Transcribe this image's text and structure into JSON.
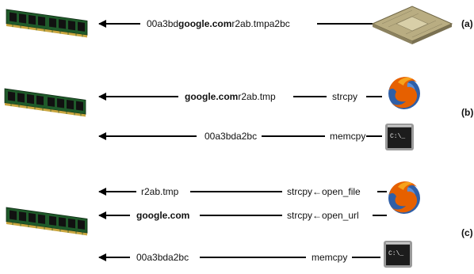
{
  "parts": {
    "a": {
      "label": "(a)",
      "edge": {
        "pre": "00a3bd",
        "bold": "google.com",
        "post": "r2ab.tmpa2bc"
      },
      "source_icon": "cpu-chip-icon"
    },
    "b": {
      "label": "(b)",
      "rows": [
        {
          "data_bold": "google.com",
          "data_post": "r2ab.tmp",
          "op": "strcpy",
          "source_icon": "firefox-icon"
        },
        {
          "data": "00a3bda2bc",
          "op": "memcpy",
          "source_icon": "terminal-icon"
        }
      ]
    },
    "c": {
      "label": "(c)",
      "rows": [
        {
          "data": "r2ab.tmp",
          "op": "strcpy←open_file",
          "source_icon": "firefox-icon"
        },
        {
          "data": "google.com",
          "op": "strcpy←open_url",
          "source_icon": "firefox-icon"
        },
        {
          "data": "00a3bda2bc",
          "op": "memcpy",
          "source_icon": "terminal-icon"
        }
      ]
    }
  },
  "memory_icon": "ram-module-icon",
  "terminal_prompt": "C:\\_",
  "colors": {
    "arrow": "#000000",
    "pcb": "#1f5a2a",
    "cpu": "#b9ad82",
    "terminal_bg": "#1c1c1c",
    "terminal_frame": "#9a9a9a",
    "firefox_orange": "#e66000",
    "firefox_globe": "#2f5fa7"
  }
}
